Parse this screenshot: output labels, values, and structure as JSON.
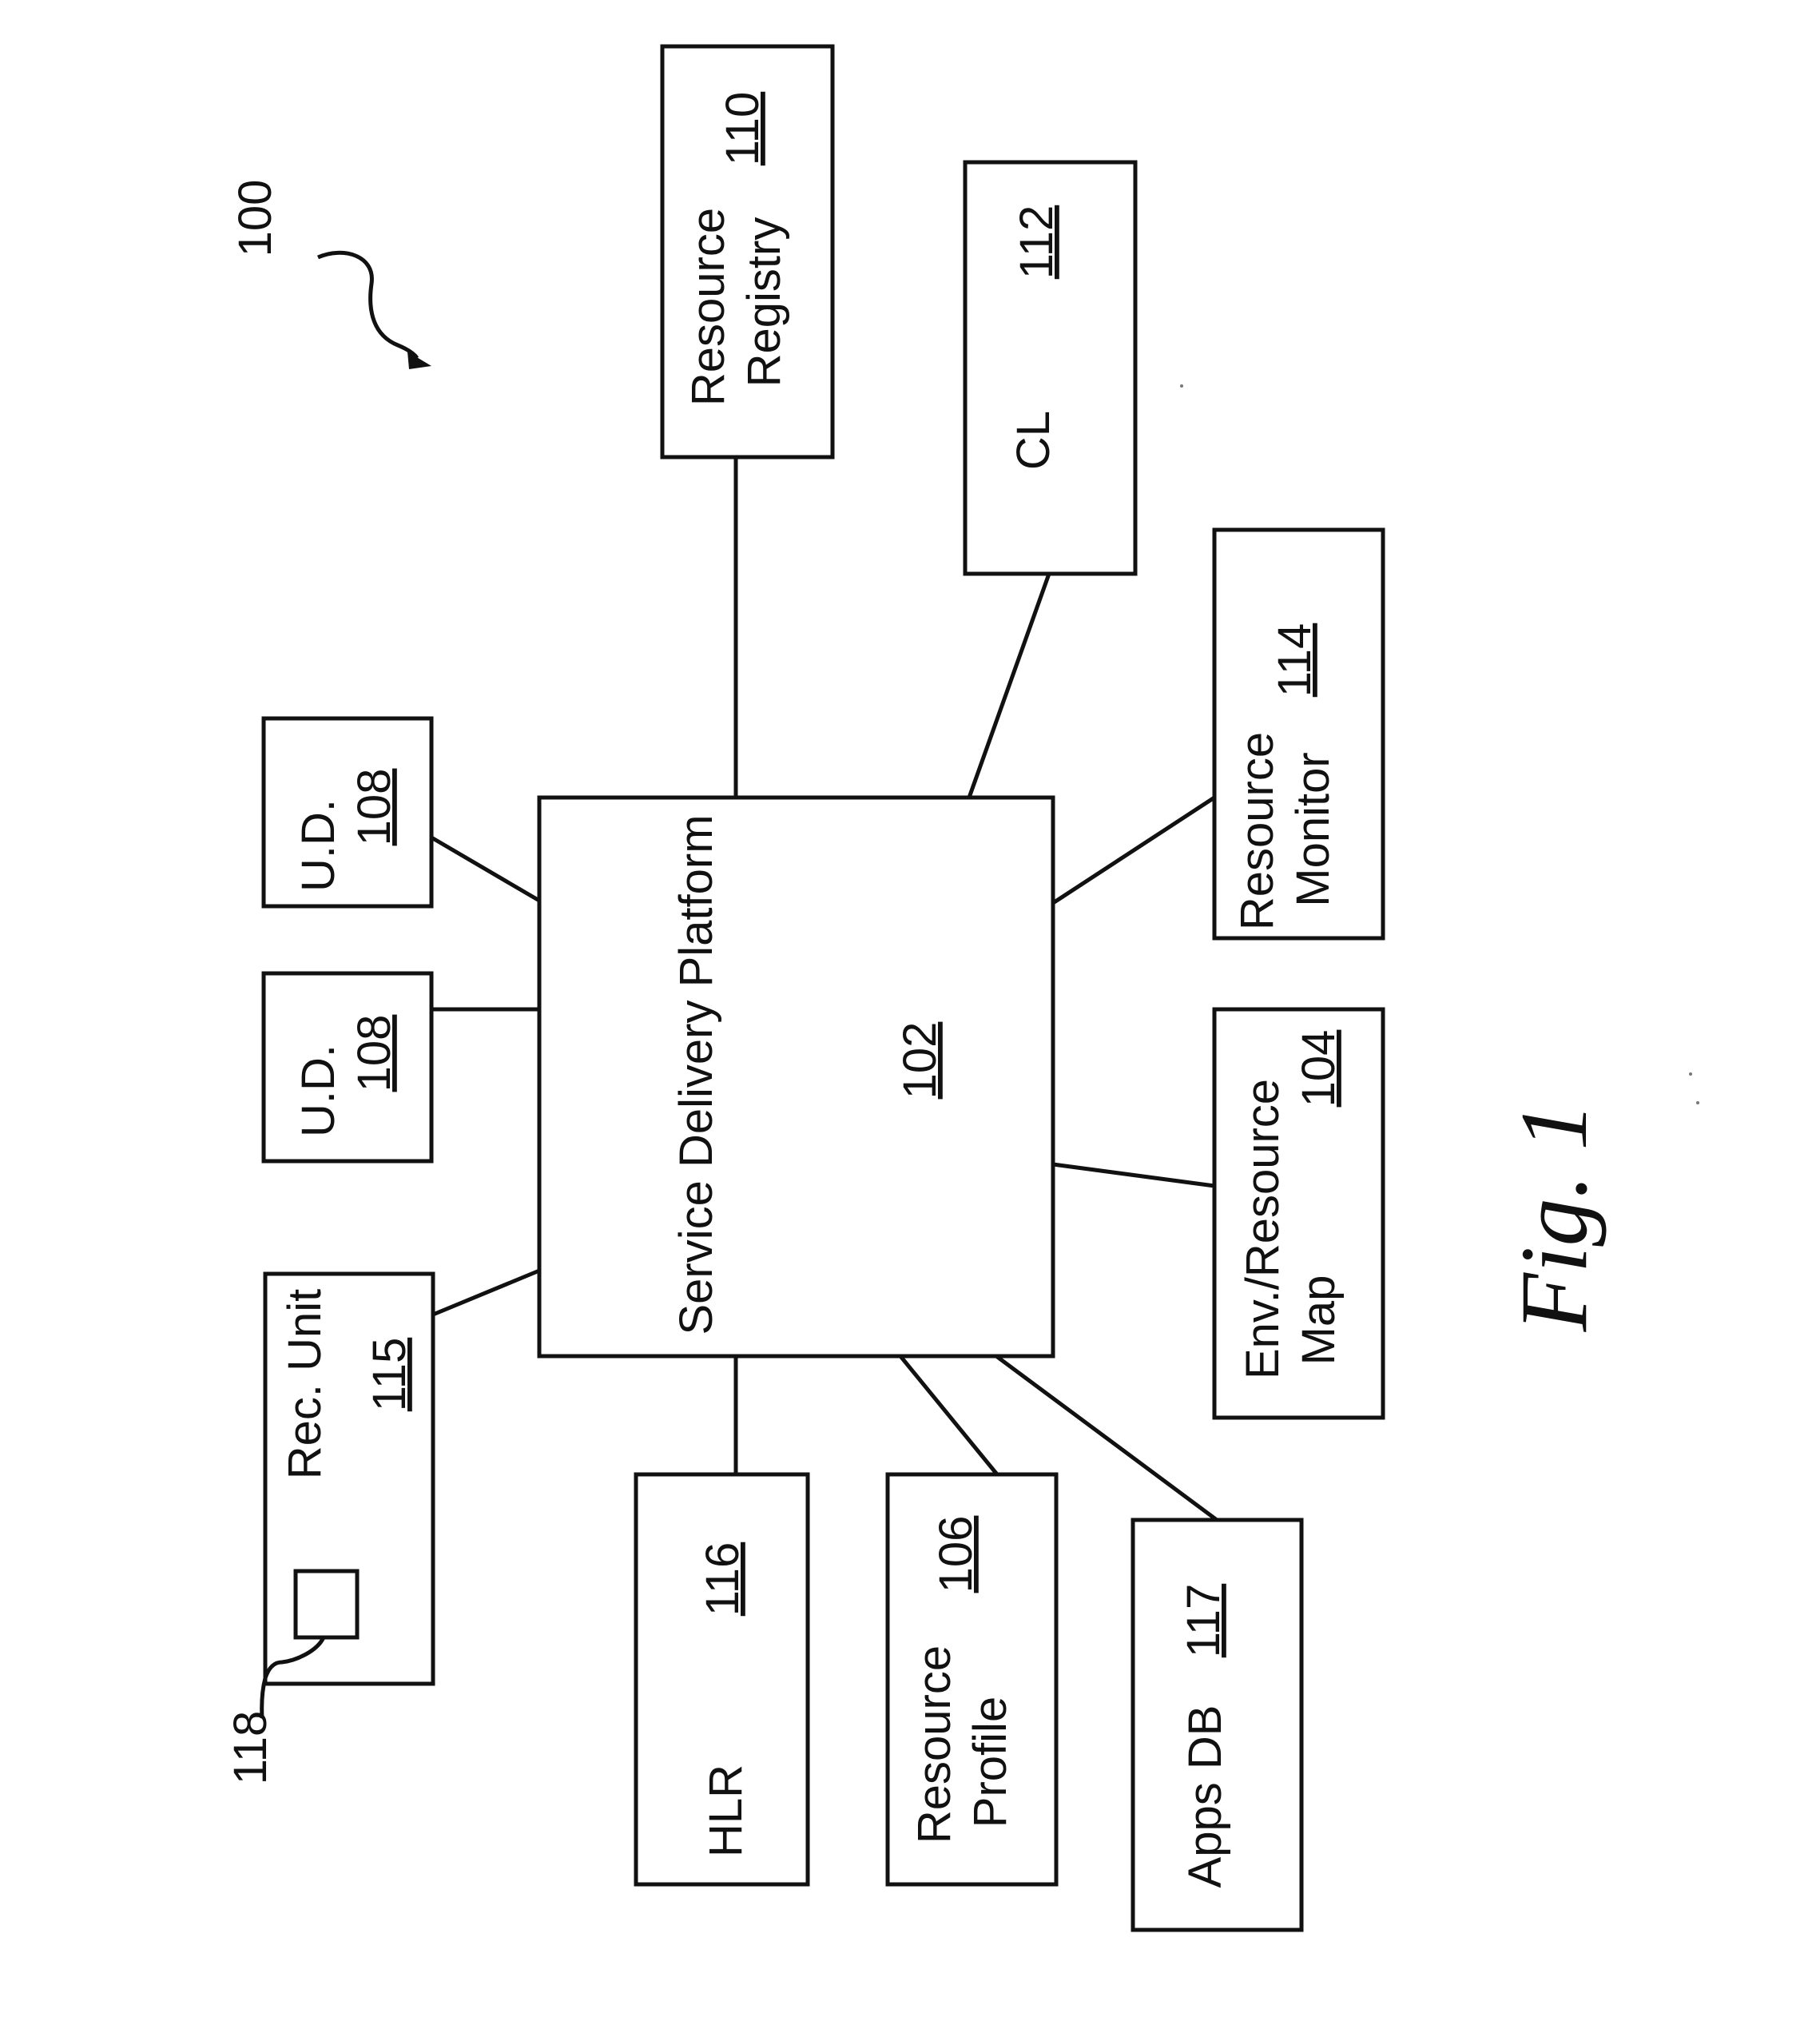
{
  "diagram": {
    "reference_numeral": "100",
    "boxes": {
      "sdp": {
        "label": "Service Delivery Platform",
        "number": "102"
      },
      "resource_registry": {
        "line1": "Resource",
        "line2": "Registry",
        "number": "110"
      },
      "cl": {
        "label": "CL",
        "number": "112"
      },
      "resource_monitor": {
        "line1": "Resource",
        "line2": "Monitor",
        "number": "114"
      },
      "env_map": {
        "line1": "Env./Resource",
        "line2": "Map",
        "number": "104"
      },
      "ud_upper": {
        "label": "U.D.",
        "number": "108"
      },
      "ud_lower": {
        "label": "U.D.",
        "number": "108"
      },
      "rec_unit": {
        "label": "Rec. Unit",
        "number": "115",
        "inner_ref": "118"
      },
      "hlr": {
        "label": "HLR",
        "number": "116"
      },
      "resource_profile": {
        "line1": "Resource",
        "line2": "Profile",
        "number": "106"
      },
      "apps_db": {
        "label": "Apps DB",
        "number": "117"
      }
    },
    "figure_label": "Fig. 1"
  }
}
